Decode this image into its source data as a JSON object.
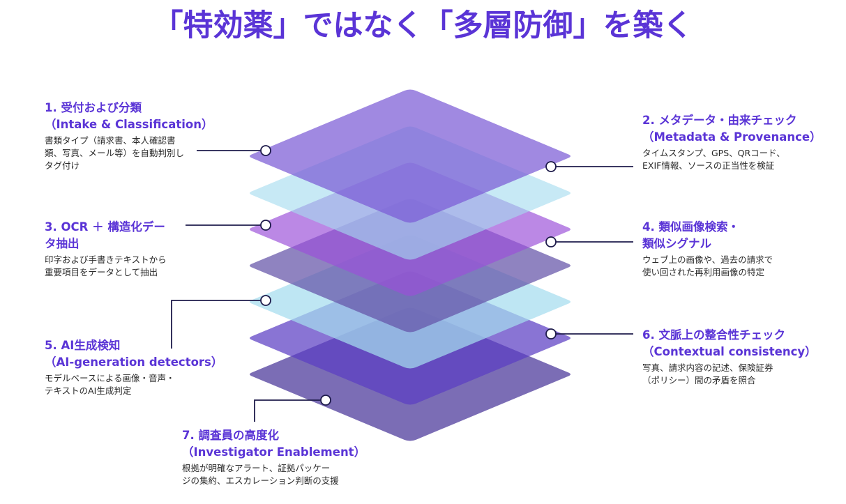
{
  "title": "「特効薬」ではなく「多層防御」を築く",
  "colors": {
    "accent": "#5a34d6",
    "layer_purple": "#7b5bd6",
    "layer_light_blue": "#a5dcef",
    "layer_violet": "#9b4fd8",
    "layer_slate": "#6453a8",
    "layer_deep": "#5b3fc4"
  },
  "layers": [
    {
      "index": 1,
      "head_line1": "1. 受付および分類",
      "head_line2": "（Intake & Classification）",
      "desc_line1": "書類タイプ（請求書、本人確認書",
      "desc_line2": "類、写真、メール等）を自動判別し",
      "desc_line3": "タグ付け"
    },
    {
      "index": 2,
      "head_line1": "2. メタデータ・由来チェック",
      "head_line2": "（Metadata & Provenance）",
      "desc_line1": "タイムスタンプ、GPS、QRコード、",
      "desc_line2": "EXIF情報、ソースの正当性を検証"
    },
    {
      "index": 3,
      "head_line1": "3. OCR ＋ 構造化デー",
      "head_line2": "タ抽出",
      "desc_line1": "印字および手書きテキストから",
      "desc_line2": "重要項目をデータとして抽出"
    },
    {
      "index": 4,
      "head_line1": "4. 類似画像検索・",
      "head_line2": "類似シグナル",
      "desc_line1": "ウェブ上の画像や、過去の請求で",
      "desc_line2": "使い回された再利用画像の特定"
    },
    {
      "index": 5,
      "head_line1": "5. AI生成検知",
      "head_line2": "（AI-generation detectors）",
      "desc_line1": "モデルベースによる画像・音声・",
      "desc_line2": "テキストのAI生成判定"
    },
    {
      "index": 6,
      "head_line1": "6. 文脈上の整合性チェック",
      "head_line2": "（Contextual consistency）",
      "desc_line1": "写真、請求内容の記述、保険証券",
      "desc_line2": "（ポリシー）間の矛盾を照合"
    },
    {
      "index": 7,
      "head_line1": "7. 調査員の高度化",
      "head_line2": "（Investigator Enablement）",
      "desc_line1": "根拠が明確なアラート、証拠パッケー",
      "desc_line2": "ジの集約、エスカレーション判断の支援"
    }
  ]
}
